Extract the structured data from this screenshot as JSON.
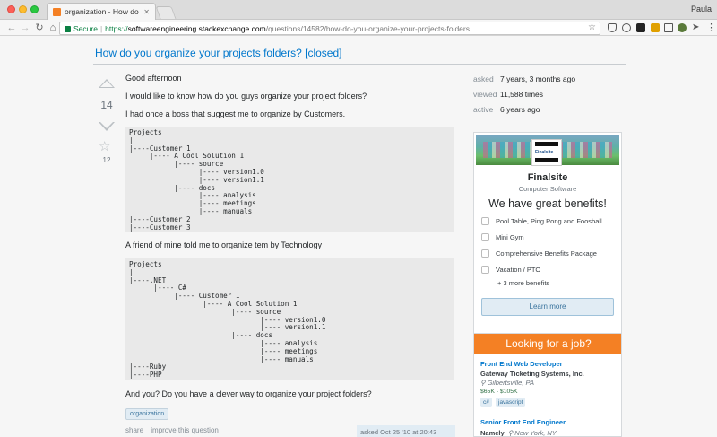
{
  "browser": {
    "tab_title": "organization - How do you organ",
    "user_name": "Paula",
    "secure_label": "Secure",
    "url_protocol": "https://",
    "url_host": "softwareengineering.stackexchange.com",
    "url_path": "/questions/14582/how-do-you-organize-your-projects-folders"
  },
  "question": {
    "title": "How do you organize your projects folders? [closed]",
    "votes": "14",
    "favorites": "12",
    "greeting": "Good afternoon",
    "intro": "I would like to know how do you guys organize your project folders?",
    "boss_line": "I had once a boss that suggest me to organize by Customers.",
    "code1": "Projects\n|\n|----Customer 1\n     |---- A Cool Solution 1\n           |---- source\n                 |---- version1.0\n                 |---- version1.1\n           |---- docs\n                 |---- analysis\n                 |---- meetings\n                 |---- manuals\n|----Customer 2\n|----Customer 3",
    "friend_line": "A friend of mine told me to organize tem by Technology",
    "code2": "Projects\n|\n|----.NET\n      |---- C#\n           |---- Customer 1\n                  |---- A Cool Solution 1\n                         |---- source\n                                |---- version1.0\n                                |---- version1.1\n                         |---- docs\n                                |---- analysis\n                                |---- meetings\n                                |---- manuals\n|----Ruby\n|----PHP",
    "closing": "And you? Do you have a clever way to organize your project folders?",
    "tag": "organization",
    "share": "share",
    "improve": "improve this question",
    "asked_stamp": "asked Oct 25 '10 at 20:43"
  },
  "stats": [
    {
      "label": "asked",
      "value": "7 years, 3 months ago"
    },
    {
      "label": "viewed",
      "value": "11,588 times"
    },
    {
      "label": "active",
      "value": "6 years ago"
    }
  ],
  "ad": {
    "company": "Finalsite",
    "logo_text": "Finalsite",
    "sector": "Computer Software",
    "headline": "We have great benefits!",
    "benefits": [
      "Pool Table, Ping Pong and Foosball",
      "Mini Gym",
      "Comprehensive Benefits Package",
      "Vacation / PTO"
    ],
    "more": "+ 3 more benefits",
    "cta": "Learn more"
  },
  "jobs": {
    "header": "Looking for a job?",
    "listings": [
      {
        "title": "Front End Web Developer",
        "company": "Gateway Ticketing Systems, Inc.",
        "location": "Gilbertsville, PA",
        "salary": "$65K - $105K",
        "tags": [
          "c#",
          "javascript"
        ]
      },
      {
        "title": "Senior Front End Engineer",
        "company": "Namely",
        "location": "New York, NY"
      }
    ]
  }
}
